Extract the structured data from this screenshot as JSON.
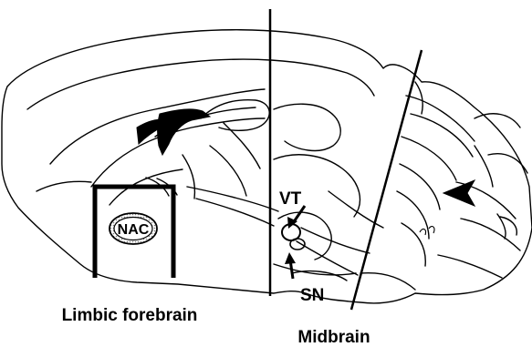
{
  "labels": {
    "nac": "NAC",
    "vt": "VT",
    "sn": "SN",
    "limbic": "Limbic forebrain",
    "midbrain": "Midbrain"
  },
  "colors": {
    "ink": "#000000",
    "background": "#ffffff",
    "nac_fill": "#d9d9d9"
  },
  "icons": [
    "arrow-icon"
  ]
}
